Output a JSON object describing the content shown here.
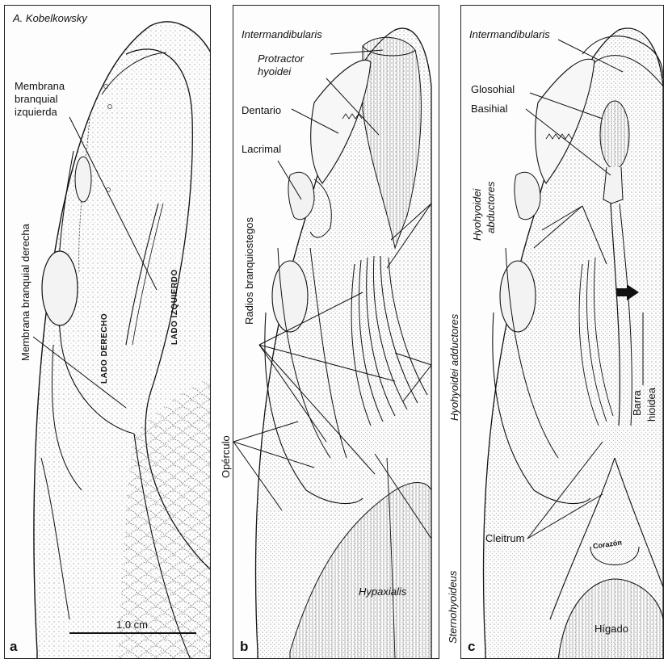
{
  "author": "A. Kobelkowsky",
  "panels": {
    "a": {
      "letter": "a",
      "labels": {
        "membrana_izquierda_1": "Membrana",
        "membrana_izquierda_2": "branquial",
        "membrana_izquierda_3": "izquierda",
        "membrana_derecha": "Membrana branquial derecha",
        "lado_derecho": "LADO DERECHO",
        "lado_izquierdo": "LADO IZQUIERDO",
        "scale_bar": "1.0 cm"
      }
    },
    "b": {
      "letter": "b",
      "labels": {
        "intermandibularis": "Intermandibularis",
        "protractor_1": "Protractor",
        "protractor_2": "hyoidei",
        "dentario": "Dentario",
        "lacrimal": "Lacrimal",
        "radios": "Radios branquiostegos",
        "operculo": "Opérculo",
        "hypaxialis": "Hypaxialis",
        "hyohyoidei_abductores_1": "Hyohyoidei",
        "hyohyoidei_abductores_2": "abductores",
        "hyohyoidei_adductores": "Hyohyoidei adductores",
        "sternohyoideus": "Sternohyoideus"
      }
    },
    "c": {
      "letter": "c",
      "labels": {
        "intermandibularis": "Intermandibularis",
        "glosohial": "Glosohial",
        "basihial": "Basihial",
        "barra_1": "Barra",
        "barra_2": "hioidea",
        "cleitrum": "Cleitrum",
        "corazon": "Corazón",
        "higado": "Hígado"
      }
    }
  }
}
